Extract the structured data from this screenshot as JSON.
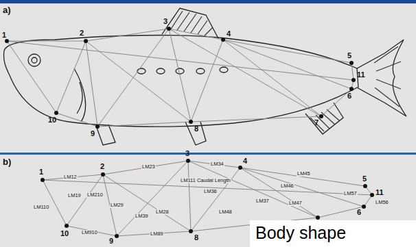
{
  "diagram": {
    "nodes": [
      {
        "text": [
          "Body shape"
        ]
      }
    ],
    "labels": [
      "a)",
      "1",
      "2",
      "3",
      "4",
      "5",
      "11",
      "6",
      "7",
      "8",
      "9",
      "10",
      "b)",
      "1",
      "2",
      "3",
      "4",
      "5",
      "11",
      "6",
      "10",
      "9",
      "8",
      "LM12",
      "LM23",
      "LM34",
      "LM45",
      "LM46",
      "LM57",
      "LM56",
      "LM111 Caudal Length",
      "LM19",
      "LM210",
      "LM110",
      "LM29",
      "LM36",
      "LM39",
      "LM28",
      "LM48",
      "LM47",
      "LM37",
      "LM910",
      "LM89"
    ]
  }
}
